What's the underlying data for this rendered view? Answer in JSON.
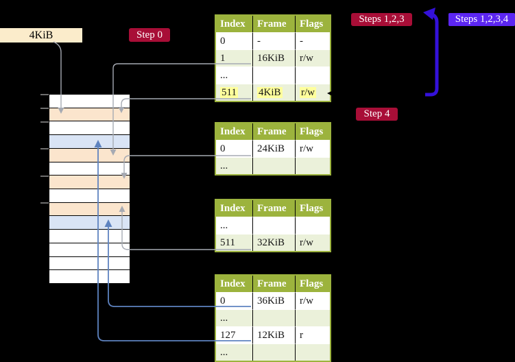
{
  "colors": {
    "bg": "#000000",
    "header-green": "#9cb33d",
    "row-green": "#ebf1da",
    "row-white": "#ffffff",
    "peach": "#fbe5cd",
    "frame-blue": "#d9e4f5",
    "highlight-yellow": "#ffff9c",
    "badge-red": "#a80e37",
    "badge-violet": "#5c26f2",
    "loop-blue": "#3411d9",
    "connector-gray": "#a6aab3",
    "connector-blue": "#5e83c0",
    "cream": "#fbeccb",
    "tick-gray": "#6e6e6e"
  },
  "labels": {
    "page_size": "4KiB",
    "step0": "Step 0",
    "steps123": "Steps 1,2,3",
    "steps1234": "Steps 1,2,3,4",
    "step4": "Step 4"
  },
  "memory": {
    "rows": [
      {
        "color": "white"
      },
      {
        "color": "peach"
      },
      {
        "color": "white"
      },
      {
        "color": "blue"
      },
      {
        "color": "peach"
      },
      {
        "color": "white"
      },
      {
        "color": "peach"
      },
      {
        "color": "white"
      },
      {
        "color": "peach"
      },
      {
        "color": "blue"
      },
      {
        "color": "white"
      },
      {
        "color": "white"
      },
      {
        "color": "white"
      },
      {
        "color": "white"
      }
    ],
    "tick_ys": [
      137,
      157,
      177,
      216,
      256,
      295
    ]
  },
  "tables": [
    {
      "name": "level-4-table",
      "headers": [
        "Index",
        "Frame",
        "Flags"
      ],
      "rows": [
        {
          "cells": [
            "0",
            "-",
            "-"
          ],
          "shade": false,
          "highlight": false
        },
        {
          "cells": [
            "1",
            "16KiB",
            "r/w"
          ],
          "shade": true,
          "highlight": false
        },
        {
          "cells": [
            "...",
            "",
            ""
          ],
          "shade": false,
          "highlight": false
        },
        {
          "cells": [
            "511",
            "4KiB",
            "r/w"
          ],
          "shade": true,
          "highlight": true
        }
      ]
    },
    {
      "name": "level-3-table",
      "headers": [
        "Index",
        "Frame",
        "Flags"
      ],
      "rows": [
        {
          "cells": [
            "0",
            "24KiB",
            "r/w"
          ],
          "shade": false,
          "highlight": false
        },
        {
          "cells": [
            "...",
            "",
            ""
          ],
          "shade": true,
          "highlight": false
        }
      ]
    },
    {
      "name": "level-2-table",
      "headers": [
        "Index",
        "Frame",
        "Flags"
      ],
      "rows": [
        {
          "cells": [
            "...",
            "",
            ""
          ],
          "shade": false,
          "highlight": false
        },
        {
          "cells": [
            "511",
            "32KiB",
            "r/w"
          ],
          "shade": true,
          "highlight": false
        }
      ]
    },
    {
      "name": "level-1-table",
      "headers": [
        "Index",
        "Frame",
        "Flags"
      ],
      "rows": [
        {
          "cells": [
            "0",
            "36KiB",
            "r/w"
          ],
          "shade": false,
          "highlight": false
        },
        {
          "cells": [
            "...",
            "",
            ""
          ],
          "shade": true,
          "highlight": false
        },
        {
          "cells": [
            "127",
            "12KiB",
            "r"
          ],
          "shade": false,
          "highlight": false
        },
        {
          "cells": [
            "...",
            "",
            ""
          ],
          "shade": true,
          "highlight": false
        }
      ]
    }
  ]
}
